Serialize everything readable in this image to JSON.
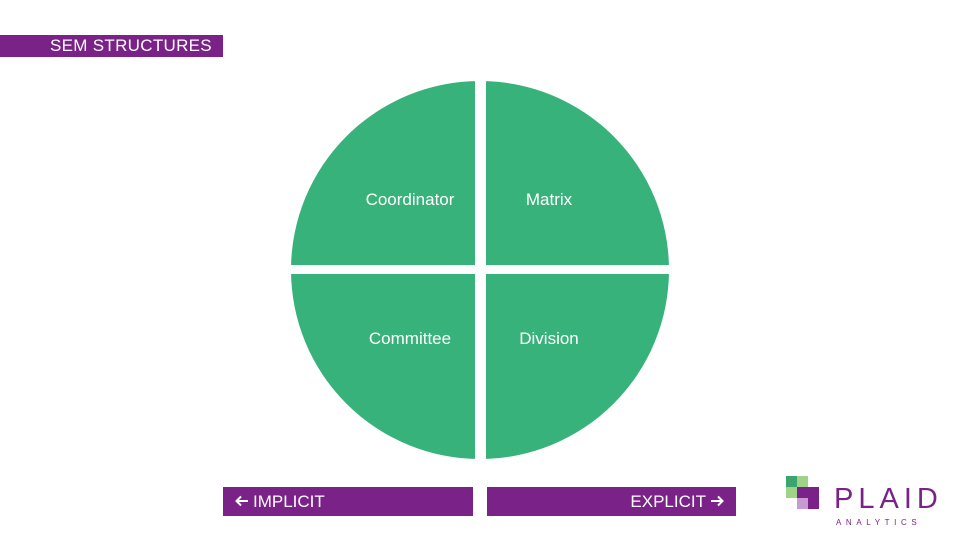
{
  "header": {
    "title": "SEM STRUCTURES"
  },
  "quadrants": {
    "top_left": "Coordinator",
    "top_right": "Matrix",
    "bottom_left": "Committee",
    "bottom_right": "Division"
  },
  "axis": {
    "left_label": "IMPLICIT",
    "left_icon": "arrow-left-icon",
    "right_label": "EXPLICIT",
    "right_icon": "arrow-right-icon"
  },
  "logo": {
    "name": "PLAID",
    "sub": "ANALYTICS"
  },
  "colors": {
    "accent": "#7b2289",
    "quadrant": "#38b27b",
    "logo_green_light": "#9fd38a",
    "logo_green": "#3aa56e",
    "logo_purple_light": "#c79ad2"
  }
}
